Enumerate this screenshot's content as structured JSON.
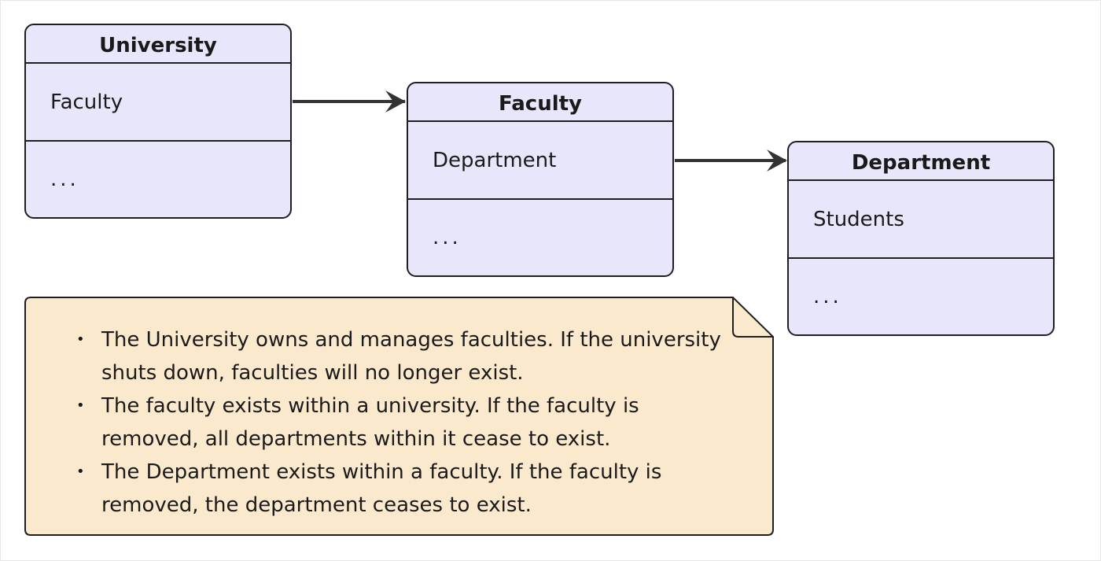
{
  "classes": [
    {
      "name": "University",
      "attribute": "Faculty",
      "methods": "..."
    },
    {
      "name": "Faculty",
      "attribute": "Department",
      "methods": "..."
    },
    {
      "name": "Department",
      "attribute": "Students",
      "methods": "..."
    }
  ],
  "note": {
    "items": [
      "The University owns and manages faculties. If the university shuts down, faculties will no longer exist.",
      "The faculty exists within a university. If the faculty is removed, all departments within it cease to exist.",
      "The Department exists within a faculty. If the faculty is removed, the department ceases to exist."
    ],
    "bullet": "•"
  },
  "colors": {
    "class_fill": "#e8e6fb",
    "class_stroke": "#1f1f1f",
    "note_fill": "#fbe9ce",
    "arrow": "#333333"
  }
}
